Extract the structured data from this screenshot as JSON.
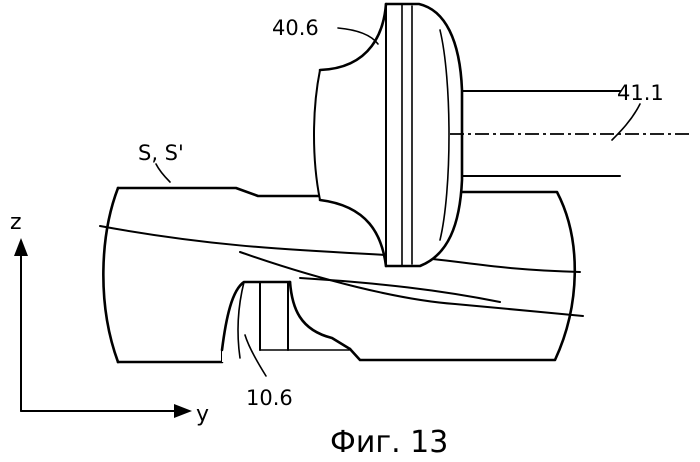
{
  "labels": {
    "wheel": "40.6",
    "axis": "41.1",
    "surface": "S, S'",
    "tool": "10.6"
  },
  "axes": {
    "vertical": "z",
    "horizontal": "y"
  },
  "caption": "Фиг. 13"
}
